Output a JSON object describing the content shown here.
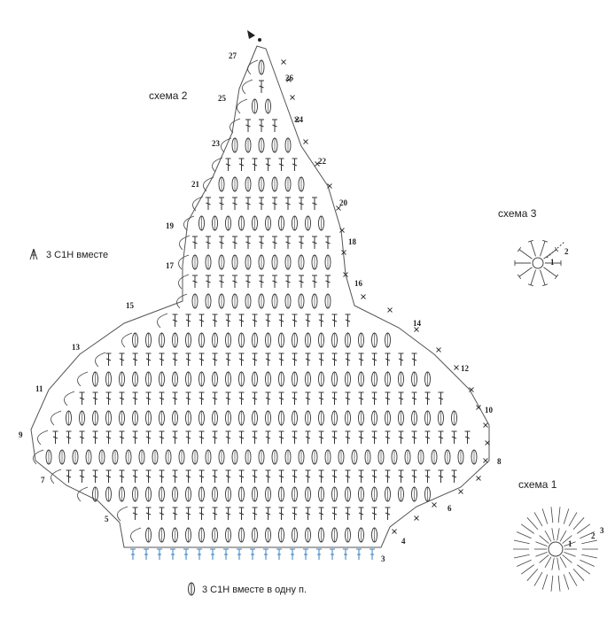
{
  "titles": {
    "scheme2": "схема 2",
    "scheme3": "схема 3",
    "scheme1": "схема 1"
  },
  "legend": {
    "item1": "3 С1Н вместе",
    "item2": "3 С1Н вместе в одну п."
  },
  "rows_main": [
    "3",
    "4",
    "5",
    "6",
    "7",
    "8",
    "9",
    "10",
    "11",
    "12",
    "13",
    "14",
    "15",
    "16",
    "17",
    "18",
    "19",
    "20",
    "21",
    "22",
    "23",
    "24",
    "25",
    "26",
    "27"
  ],
  "rows_scheme3": [
    "1",
    "2"
  ],
  "rows_scheme1": [
    "1",
    "2",
    "3"
  ],
  "colors": {
    "ink": "#333333",
    "blue_row": "#3a7fc0"
  }
}
